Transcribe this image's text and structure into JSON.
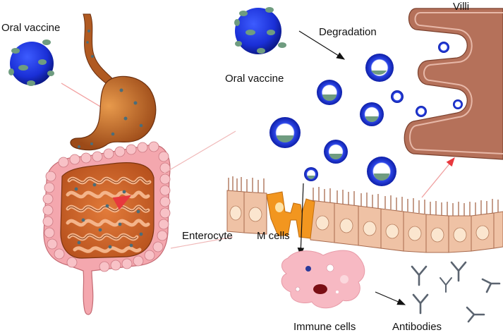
{
  "labels": {
    "oral_vaccine_left": "Oral vaccine",
    "oral_vaccine_right": "Oral vaccine",
    "degradation": "Degradation",
    "villi": "Villi",
    "enterocyte": "Enterocyte",
    "m_cells": "M cells",
    "immune_cells": "Immune cells",
    "antibodies": "Antibodies"
  },
  "colors": {
    "vaccine_blue": "#1a2fd6",
    "antigen_green": "#6f9c80",
    "villi_brown": "#b5715a",
    "intestine_orange": "#d9692e",
    "epithelium_peach": "#efc2a5",
    "m_cell_orange": "#f2961f",
    "immune_cell_pink": "#f7b9c3",
    "antibody_gray": "#5b6470",
    "pointer_red": "#e8383d"
  }
}
